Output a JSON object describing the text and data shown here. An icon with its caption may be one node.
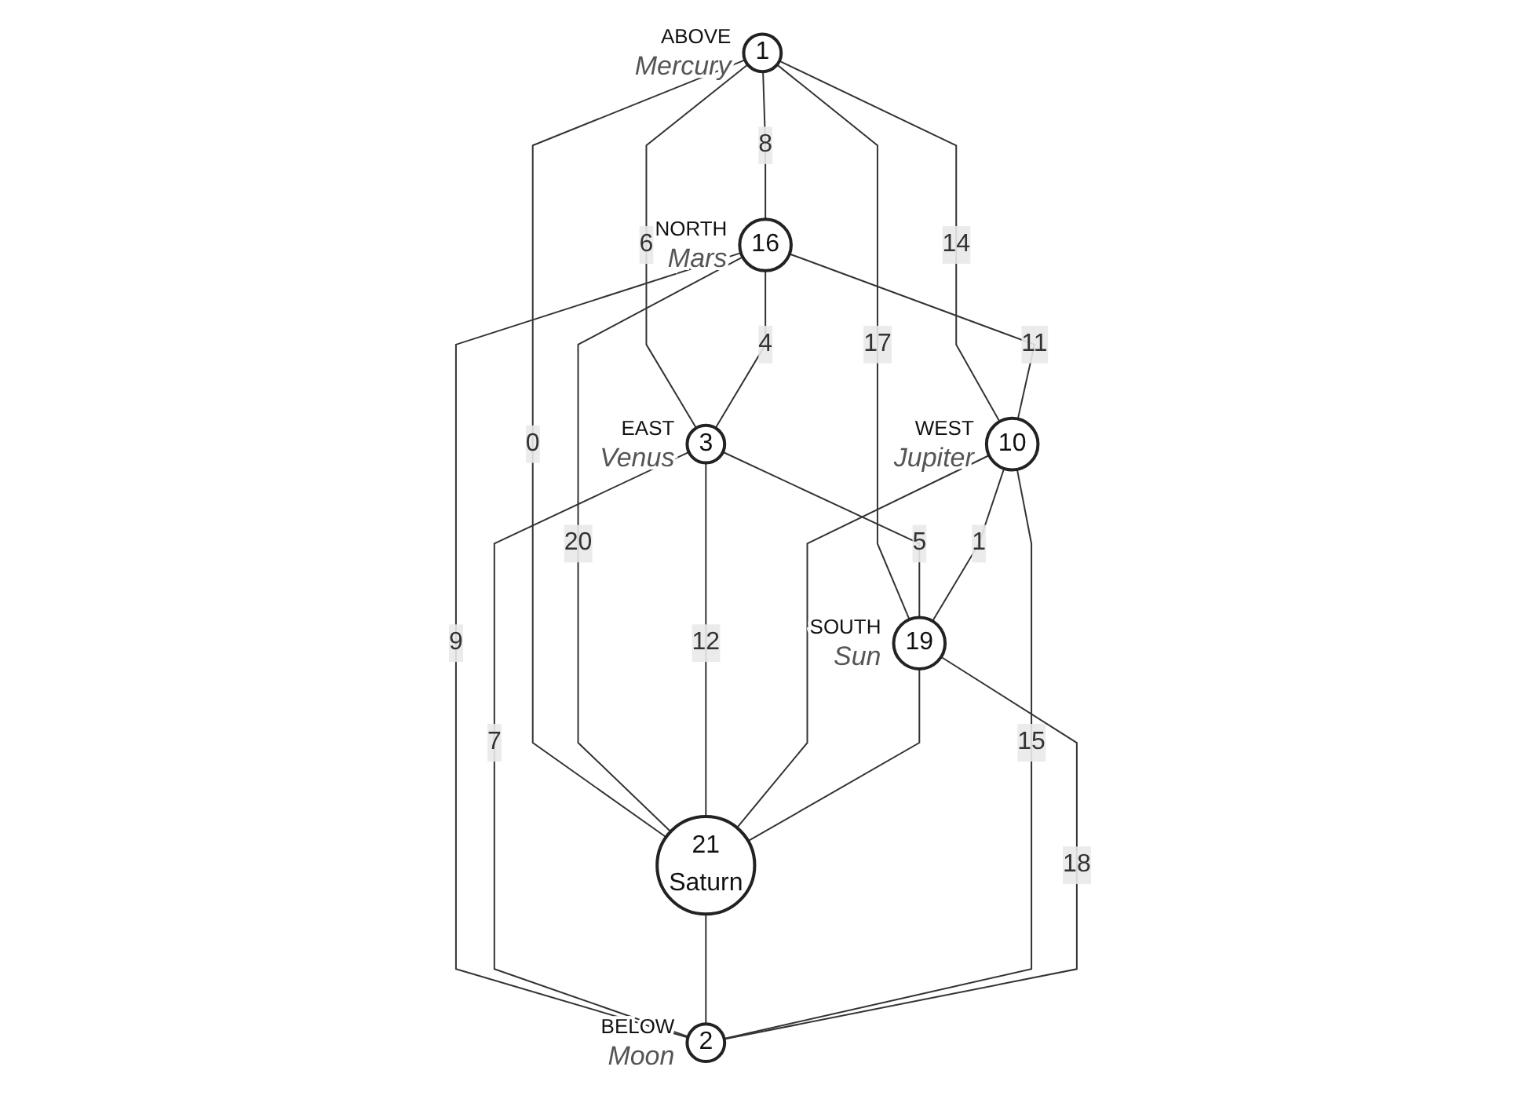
{
  "diagram": {
    "nodes": [
      {
        "text": [
          "1"
        ],
        "beside": [
          "ABOVE",
          "Mercury"
        ]
      },
      {
        "text": [
          "16"
        ],
        "beside": [
          "NORTH",
          "Mars"
        ]
      },
      {
        "text": [
          "3"
        ],
        "beside": [
          "EAST",
          "Venus"
        ]
      },
      {
        "text": [
          "21",
          "Saturn"
        ]
      },
      {
        "text": [
          "10"
        ],
        "beside": [
          "WEST",
          "Jupiter"
        ]
      },
      {
        "text": [
          "19"
        ],
        "beside": [
          "SOUTH",
          "Sun"
        ]
      },
      {
        "text": [
          "2"
        ],
        "beside": [
          "BELOW",
          "Moon"
        ]
      }
    ],
    "edges": [
      {
        "from": 0,
        "to": 1,
        "arrow": "none",
        "label": "8"
      },
      {
        "from": 0,
        "to": 2,
        "arrow": "none",
        "label": "6"
      },
      {
        "from": 1,
        "to": 2,
        "arrow": "none",
        "label": "4"
      },
      {
        "from": 0,
        "to": 3,
        "arrow": "none",
        "label": "0"
      },
      {
        "from": 1,
        "to": 3,
        "arrow": "none",
        "label": "20"
      },
      {
        "from": 2,
        "to": 3,
        "arrow": "none",
        "label": "12"
      },
      {
        "from": 0,
        "to": 4,
        "arrow": "none",
        "label": "14"
      },
      {
        "from": 0,
        "to": 5,
        "arrow": "none",
        "label": "17"
      },
      {
        "from": 1,
        "to": 4,
        "arrow": "none",
        "label": "11"
      },
      {
        "from": 2,
        "to": 5,
        "arrow": "none",
        "label": "5"
      },
      {
        "from": 1,
        "to": 6,
        "arrow": "none",
        "label": "9"
      },
      {
        "from": 2,
        "to": 6,
        "arrow": "none",
        "label": "7"
      },
      {
        "from": 4,
        "to": 3,
        "arrow": "none"
      },
      {
        "from": 5,
        "to": 3,
        "arrow": "none"
      },
      {
        "from": 4,
        "to": 5,
        "arrow": "none",
        "label": "1"
      },
      {
        "from": 3,
        "to": 6,
        "arrow": "none"
      },
      {
        "from": 4,
        "to": 6,
        "arrow": "none",
        "label": "15"
      },
      {
        "from": 5,
        "to": 6,
        "arrow": "none",
        "label": "18"
      }
    ]
  }
}
